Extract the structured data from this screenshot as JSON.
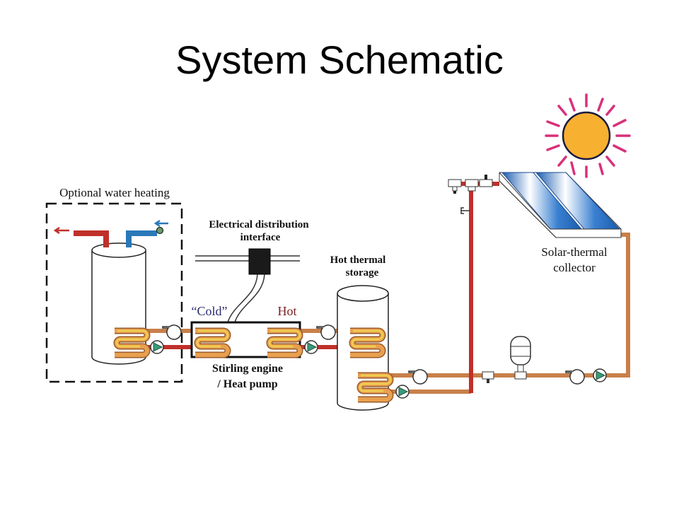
{
  "title": "System Schematic",
  "labels": {
    "optional_water_heating": "Optional water heating",
    "electrical_line1": "Electrical distribution",
    "electrical_line2": "interface",
    "hot_storage_line1": "Hot thermal",
    "hot_storage_line2": "storage",
    "cold": "“Cold”",
    "hot": "Hot",
    "stirling_line1": "Stirling engine",
    "stirling_line2": "/ Heat pump",
    "solar_line1": "Solar-thermal",
    "solar_line2": "collector"
  },
  "colors": {
    "hot_pipe": "#c0302a",
    "warm_pipe": "#c8804a",
    "cold_pipe": "#2a78b8",
    "coil_inner": "#e8c040",
    "pump_green": "#3a9a78",
    "sun_fill": "#f8b030",
    "sun_rays": "#d8307a",
    "panel_blue": "#2a70c0",
    "cold_label": "#2a2a70",
    "hot_label": "#7a2020"
  }
}
